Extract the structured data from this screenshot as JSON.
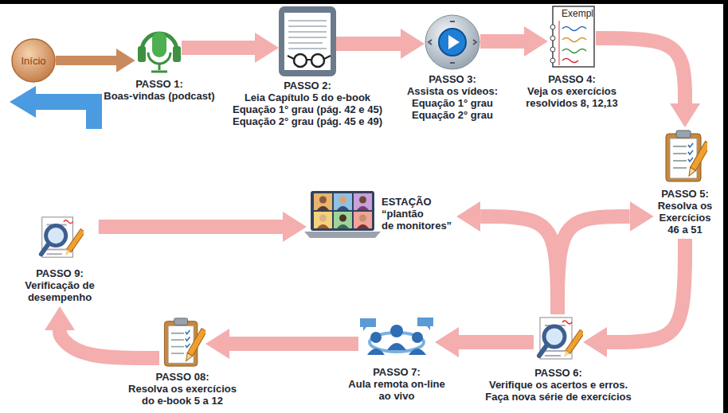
{
  "diagram": {
    "nodes": [
      {
        "text": [
          "Início"
        ]
      },
      {
        "text": [
          "PASSO 1:",
          "Boas-vindas (podcast)"
        ]
      },
      {
        "text": [
          "PASSO 2:",
          "Leia Capítulo 5 do e-book",
          "Equação 1° grau (pág. 42 e 45)",
          "Equação 2° grau (pág. 45 e 49)"
        ]
      },
      {
        "text": [
          "PASSO 3:",
          "Assista os vídeos:",
          "Equação 1° grau",
          "Equação 2° grau"
        ]
      },
      {
        "text": [
          "PASSO 4:",
          "Veja os exercícios",
          "resolvidos 8, 12,13"
        ]
      },
      {
        "text": [
          "PASSO 5:",
          "Resolva os",
          "Exercícios",
          "46 a 51"
        ]
      },
      {
        "text": [
          "PASSO 6:",
          "Verifique os acertos e erros.",
          "Faça nova série de exercícios"
        ]
      },
      {
        "text": [
          "PASSO 7:",
          "Aula remota on-line",
          "ao vivo"
        ]
      },
      {
        "text": [
          "PASSO 08:",
          "Resolva os exercícios",
          "do e-book 5 a 12"
        ]
      },
      {
        "text": [
          "PASSO 9:",
          "Verificação de",
          "desempenho"
        ]
      },
      {
        "text": [
          "ESTAÇÃO",
          "“plantão",
          "de monitores”"
        ]
      }
    ],
    "edges": [
      {
        "from": 0,
        "to": 1,
        "arrow": "to"
      },
      {
        "from": 1,
        "to": 2,
        "arrow": "to"
      },
      {
        "from": 2,
        "to": 3,
        "arrow": "to"
      },
      {
        "from": 3,
        "to": 4,
        "arrow": "to"
      },
      {
        "from": 4,
        "to": 5,
        "arrow": "to"
      },
      {
        "from": 5,
        "to": 6,
        "arrow": "to"
      },
      {
        "from": 6,
        "to": 7,
        "arrow": "to"
      },
      {
        "from": 7,
        "to": 8,
        "arrow": "to"
      },
      {
        "from": 8,
        "to": 9,
        "arrow": "to"
      },
      {
        "from": 9,
        "to": 10,
        "arrow": "to"
      },
      {
        "from": 6,
        "to": 10,
        "arrow": "to"
      },
      {
        "from": 6,
        "to": 5,
        "arrow": "to"
      }
    ],
    "labels": [
      "Exempl"
    ]
  }
}
